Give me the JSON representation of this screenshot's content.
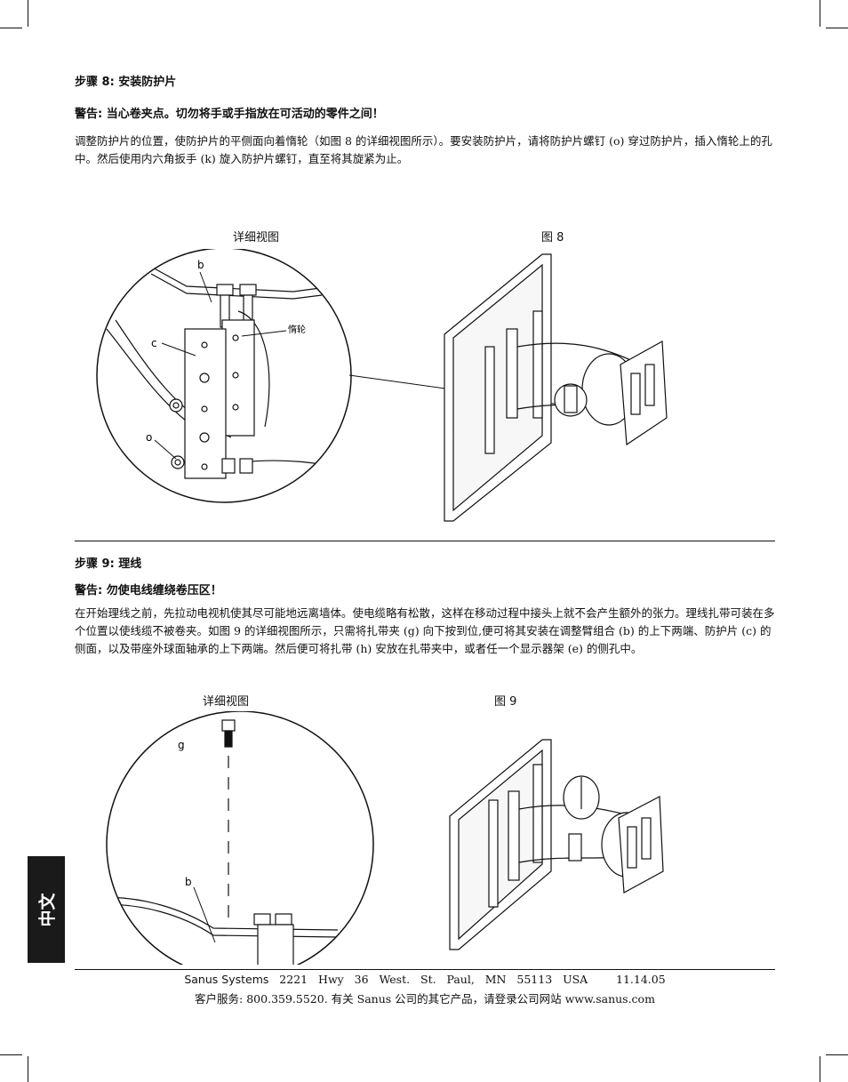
{
  "step8": {
    "heading": "步骤 8:   安装防护片",
    "warning": "警告:   当心卷夹点。切勿将手或手指放在可活动的零件之间！",
    "body": "调整防护片的位置，使防护片的平侧面向着惰轮（如图 8 的详细视图所示）。要安装防护片，请将防护片螺钉 (o) 穿过防护片，插入惰轮上的孔中。然后使用内六角扳手  (k)  旋入防护片螺钉，直至将其旋紧为止。",
    "detail_label": "详细视图",
    "figure_label": "图 8",
    "callouts": {
      "b": "b",
      "idler": "惰轮",
      "c": "c",
      "o": "o"
    }
  },
  "step9": {
    "heading": "步骤 9:   理线",
    "warning": "警告:   勿使电线缠绕卷压区！",
    "body": "在开始理线之前，先拉动电视机使其尽可能地远离墙体。使电缆略有松散，这样在移动过程中接头上就不会产生额外的张力。理线扎带可装在多个位置以使线缆不被卷夹。如图 9 的详细视图所示，只需将扎带夹 (g) 向下按到位,便可将其安装在调整臂组合 (b) 的上下两端、防护片 (c) 的侧面，以及带座外球面轴承的上下两端。然后便可将扎带 (h) 安放在扎带夹中，或者任一个显示器架  (e)  的侧孔中。",
    "detail_label": "详细视图",
    "figure_label": "图 9",
    "callouts": {
      "g": "g",
      "b": "b"
    }
  },
  "language_tab": "中文",
  "footer": {
    "company": "Sanus Systems",
    "address": "   2221   Hwy   36   West.   St.   Paul,   MN   55113   USA        11.14.05",
    "service": "客户服务:  800.359.5520.   有关   Sanus   公司的其它产品，请登录公司网站   www.sanus.com"
  }
}
